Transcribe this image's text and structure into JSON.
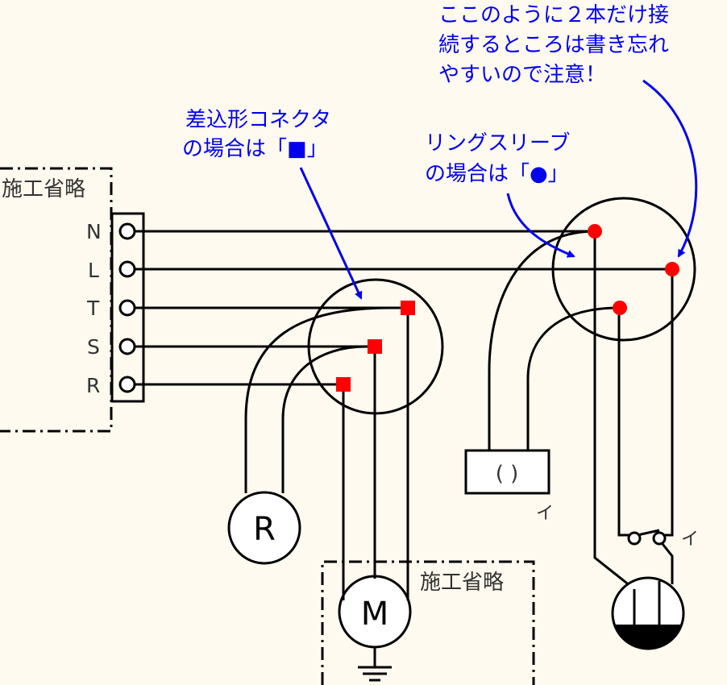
{
  "omitted_label": "施工省略",
  "terminals": [
    "N",
    "L",
    "T",
    "S",
    "R"
  ],
  "annotations": {
    "connector_note": [
      "差込形コネクタ",
      "の場合は「■」"
    ],
    "sleeve_note": [
      "リングスリーブ",
      "の場合は「●」"
    ],
    "two_wire_note": [
      "ここのように２本だけ接",
      "続するところは書き忘れ",
      "やすいので注意！"
    ]
  },
  "symbols": {
    "receptacle_label": "R",
    "motor_label": "M",
    "outlet_text": "(  )",
    "outlet_tag": "イ",
    "switch_tag": "イ"
  },
  "colors": {
    "wire": "#000000",
    "connector": "#ff0000",
    "annotation": "#0000ee",
    "background": "#fffaf0"
  }
}
